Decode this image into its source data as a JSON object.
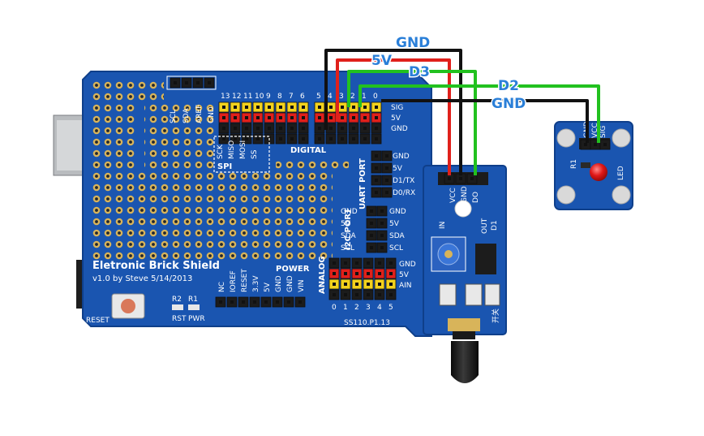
{
  "shield": {
    "name": "Eletronic Brick Shield",
    "version": "v1.0 by Steve 5/14/2013",
    "digital": "DIGITAL",
    "power": "POWER",
    "analog": "ANALOG",
    "spi": "SPI",
    "uart_port": "UART PORT",
    "i2c_port": "I2C PORT",
    "reset": "RESET",
    "rst": "RST",
    "pwr": "PWR",
    "r1": "R1",
    "r2": "R2",
    "scl": "SCL",
    "sda": "SDA",
    "aref": "AREF",
    "gnd": "GND",
    "digital_pins": [
      "13",
      "12",
      "11",
      "10",
      "9",
      "8",
      "7",
      "6",
      "5",
      "4",
      "3",
      "2",
      "1",
      "0"
    ],
    "sig_rows": [
      "SIG",
      "5V",
      "GND"
    ],
    "spi_pins": [
      "SCK",
      "MISO",
      "MOSI",
      "SS"
    ],
    "uart_pins": [
      "GND",
      "5V",
      "D1/TX",
      "D0/RX"
    ],
    "i2c_pins": [
      "GND",
      "5V",
      "SDA",
      "SCL"
    ],
    "analog_rows": [
      "GND",
      "5V",
      "AIN"
    ],
    "analog_pins": [
      "0",
      "1",
      "2",
      "3",
      "4",
      "5"
    ],
    "power_pins": [
      "NC",
      "IOREF",
      "RESET",
      "3.3V",
      "5V",
      "GND",
      "GND",
      "VIN"
    ],
    "bottom_code": "SS110.P1.13"
  },
  "sensor": {
    "pins": [
      "VCC",
      "GND",
      "DO"
    ],
    "side_left": "IN",
    "side_right": "OUT",
    "d1": "D1",
    "switch": "开关"
  },
  "led": {
    "pins": [
      "GND",
      "VCC",
      "SIG"
    ],
    "label": "LED",
    "res": "R1"
  },
  "wires": [
    {
      "label": "GND",
      "color": "#111111"
    },
    {
      "label": "5V",
      "color": "#e0201b"
    },
    {
      "label": "D3",
      "color": "#22c11f"
    },
    {
      "label": "D2",
      "color": "#22c11f"
    },
    {
      "label": "GND",
      "color": "#111111"
    }
  ],
  "colors": {
    "board": "#1a55b0",
    "board_dark": "#15469a",
    "header_yellow": "#f3d21d",
    "header_red": "#e0201b",
    "header_black": "#1c1c1c",
    "pad_gold": "#d8b45a",
    "label_blue": "#2a7fd8"
  }
}
